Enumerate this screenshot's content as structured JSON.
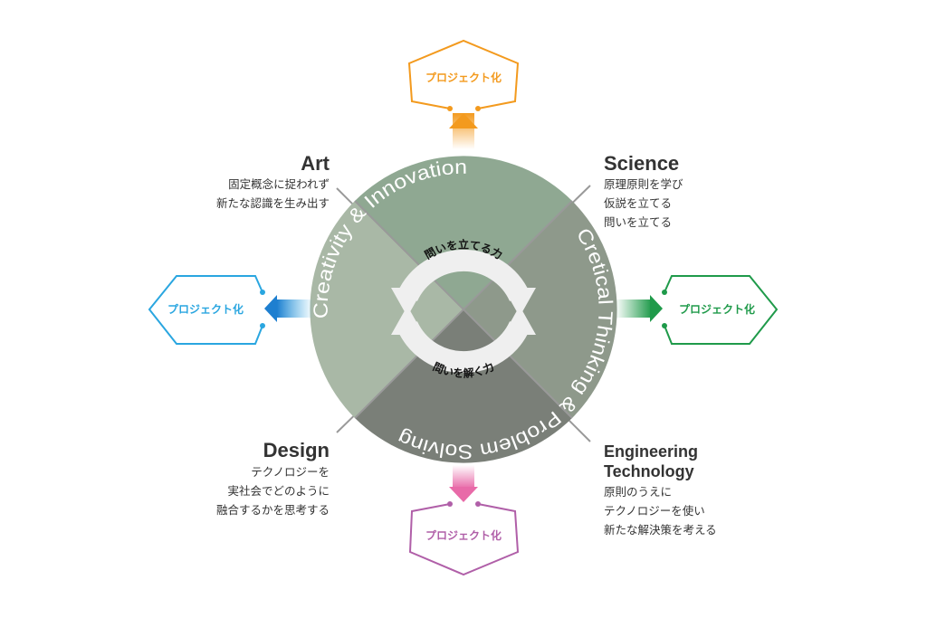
{
  "center": {
    "arc_top": "Creativity & Innovation",
    "arc_right": "Cretical Thinking & Problem Solving",
    "inner_top": "問いを立てる力",
    "inner_bottom": "問いを解く力"
  },
  "quadrants": {
    "art": {
      "title": "Art",
      "lines": [
        "固定概念に捉われず",
        "新たな認識を生み出す"
      ]
    },
    "science": {
      "title": "Science",
      "lines": [
        "原理原則を学び",
        "仮説を立てる",
        "問いを立てる"
      ]
    },
    "design": {
      "title": "Design",
      "lines": [
        "テクノロジーを",
        "実社会でどのように",
        "融合するかを思考する"
      ]
    },
    "engineering": {
      "title_lines": [
        "Engineering",
        "Technology"
      ],
      "lines": [
        "原則のうえに",
        "テクノロジーを使い",
        "新たな解決策を考える"
      ]
    }
  },
  "projects": {
    "top": {
      "label": "プロジェクト化",
      "color": "#f39a1e"
    },
    "left": {
      "label": "プロジェクト化",
      "color": "#2aa6e0"
    },
    "right": {
      "label": "プロジェクト化",
      "color": "#1f9a4a"
    },
    "bottom": {
      "label": "プロジェクト化",
      "color": "#b05fa8"
    }
  },
  "colors": {
    "q_top": "#8fa892",
    "q_left": "#a9b8a6",
    "q_right": "#8e998b",
    "q_bottom": "#7a7f78"
  }
}
